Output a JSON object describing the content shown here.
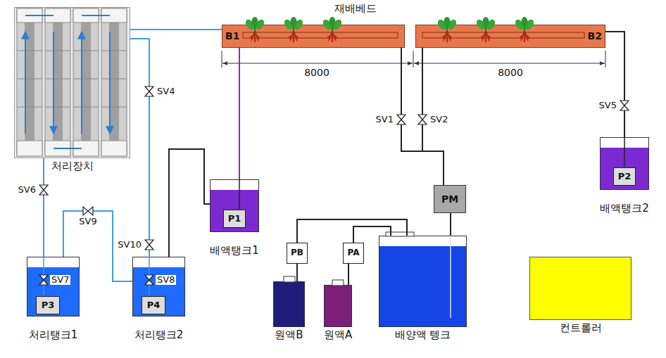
{
  "diagram": {
    "nodes": [
      {
        "text": [
          "B1"
        ]
      },
      {
        "text": [
          "B2"
        ]
      },
      {
        "text": [
          "처리장치"
        ]
      },
      {
        "text": [
          "배액탱크1"
        ]
      },
      {
        "text": [
          "P1"
        ],
        "in": 3
      },
      {
        "text": [
          "배액탱크2"
        ]
      },
      {
        "text": [
          "P2"
        ],
        "in": 5
      },
      {
        "text": [
          "처리탱크1"
        ]
      },
      {
        "text": [
          "P3"
        ],
        "in": 7
      },
      {
        "text": [
          "처리탱크2"
        ]
      },
      {
        "text": [
          "P4"
        ],
        "in": 9
      },
      {
        "text": [
          "PM"
        ]
      },
      {
        "text": [
          "배양액 텡크"
        ]
      },
      {
        "text": [
          "PA"
        ]
      },
      {
        "text": [
          "PB"
        ]
      },
      {
        "text": [
          "원액A"
        ]
      },
      {
        "text": [
          "원액B"
        ]
      },
      {
        "text": [
          "컨트롤러"
        ]
      }
    ],
    "edges": [
      {
        "from": 0,
        "to": 3,
        "arrow": "none"
      },
      {
        "from": 0,
        "to": 2,
        "arrow": "none"
      },
      {
        "from": 2,
        "to": 9,
        "label": "SV4",
        "arrow": "none"
      },
      {
        "from": 2,
        "to": 7,
        "label": "SV6",
        "arrow": "none"
      },
      {
        "from": 7,
        "to": 9,
        "label": "SV9",
        "arrow": "none"
      },
      {
        "from": 9,
        "to": 3,
        "arrow": "none"
      },
      {
        "from": 11,
        "to": 0,
        "label": "SV1",
        "arrow": "none"
      },
      {
        "from": 11,
        "to": 1,
        "label": "SV2",
        "arrow": "none"
      },
      {
        "from": 1,
        "to": 5,
        "label": "SV5",
        "arrow": "none"
      },
      {
        "from": 11,
        "to": 12,
        "arrow": "none"
      },
      {
        "from": 13,
        "to": 12,
        "arrow": "none"
      },
      {
        "from": 14,
        "to": 12,
        "arrow": "none"
      },
      {
        "from": 15,
        "to": 13,
        "arrow": "none"
      },
      {
        "from": 16,
        "to": 14,
        "arrow": "none"
      }
    ],
    "labels": [
      "재배베드",
      "8000",
      "8000",
      "SV10",
      "SV7",
      "SV8"
    ]
  }
}
